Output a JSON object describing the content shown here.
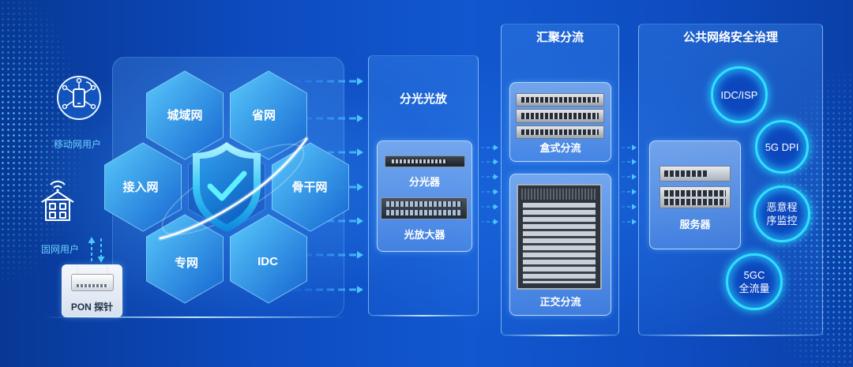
{
  "theme": {
    "background": "#0b4bbd",
    "accent": "#2fe0ff",
    "hex_light": "#5cd0ff",
    "hex_dark": "#1565d0"
  },
  "users": {
    "mobile": {
      "label": "移动网用户",
      "icon": "mobile-network-icon"
    },
    "fixed": {
      "label": "固网用户",
      "icon": "home-network-icon"
    },
    "probe": {
      "label": "PON 探针"
    }
  },
  "networks": {
    "metro": "城域网",
    "provincial": "省网",
    "access": "接入网",
    "backbone": "骨干网",
    "private": "专网",
    "idc": "IDC",
    "center_icon": "shield-check-icon"
  },
  "splitting": {
    "title": "分光光放",
    "splitter": "分光器",
    "amplifier": "光放大器"
  },
  "aggregation": {
    "title": "汇聚分流",
    "box_type": "盒式分流",
    "orthogonal": "正交分流"
  },
  "governance": {
    "title": "公共网络安全治理",
    "server": "服务器",
    "functions": [
      {
        "lines": [
          "IDC/ISP"
        ]
      },
      {
        "lines": [
          "5G DPI"
        ]
      },
      {
        "lines": [
          "恶意程",
          "序监控"
        ]
      },
      {
        "lines": [
          "5GC",
          "全流量"
        ]
      }
    ]
  }
}
